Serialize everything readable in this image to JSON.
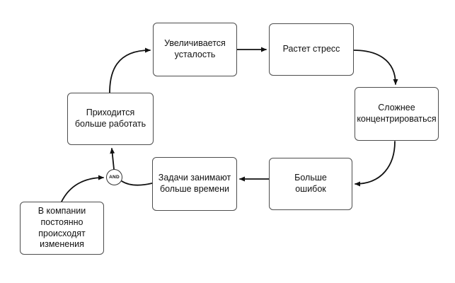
{
  "nodes": {
    "fatigue": {
      "label": "Увеличивается\nусталость"
    },
    "stress": {
      "label": "Растет стресс"
    },
    "concentrate": {
      "label": "Сложнее\nконцентрироваться"
    },
    "errors": {
      "label": "Больше\nошибок"
    },
    "tasks": {
      "label": "Задачи занимают\nбольше времени"
    },
    "work": {
      "label": "Приходится\nбольше работать"
    },
    "changes": {
      "label": "В компании\nпостоянно\nпроисходят\nизменения"
    },
    "and_gate": {
      "label": "AND"
    }
  },
  "edges": [
    {
      "from": "work",
      "to": "fatigue"
    },
    {
      "from": "fatigue",
      "to": "stress"
    },
    {
      "from": "stress",
      "to": "concentrate"
    },
    {
      "from": "concentrate",
      "to": "errors"
    },
    {
      "from": "errors",
      "to": "tasks"
    },
    {
      "from": "tasks",
      "to": "and_gate"
    },
    {
      "from": "changes",
      "to": "and_gate"
    },
    {
      "from": "and_gate",
      "to": "work"
    }
  ],
  "colors": {
    "background": "#ffffff",
    "box_fill": "#ffffff",
    "box_border": "#4d4d4d",
    "arrow": "#111111",
    "text": "#111111"
  }
}
